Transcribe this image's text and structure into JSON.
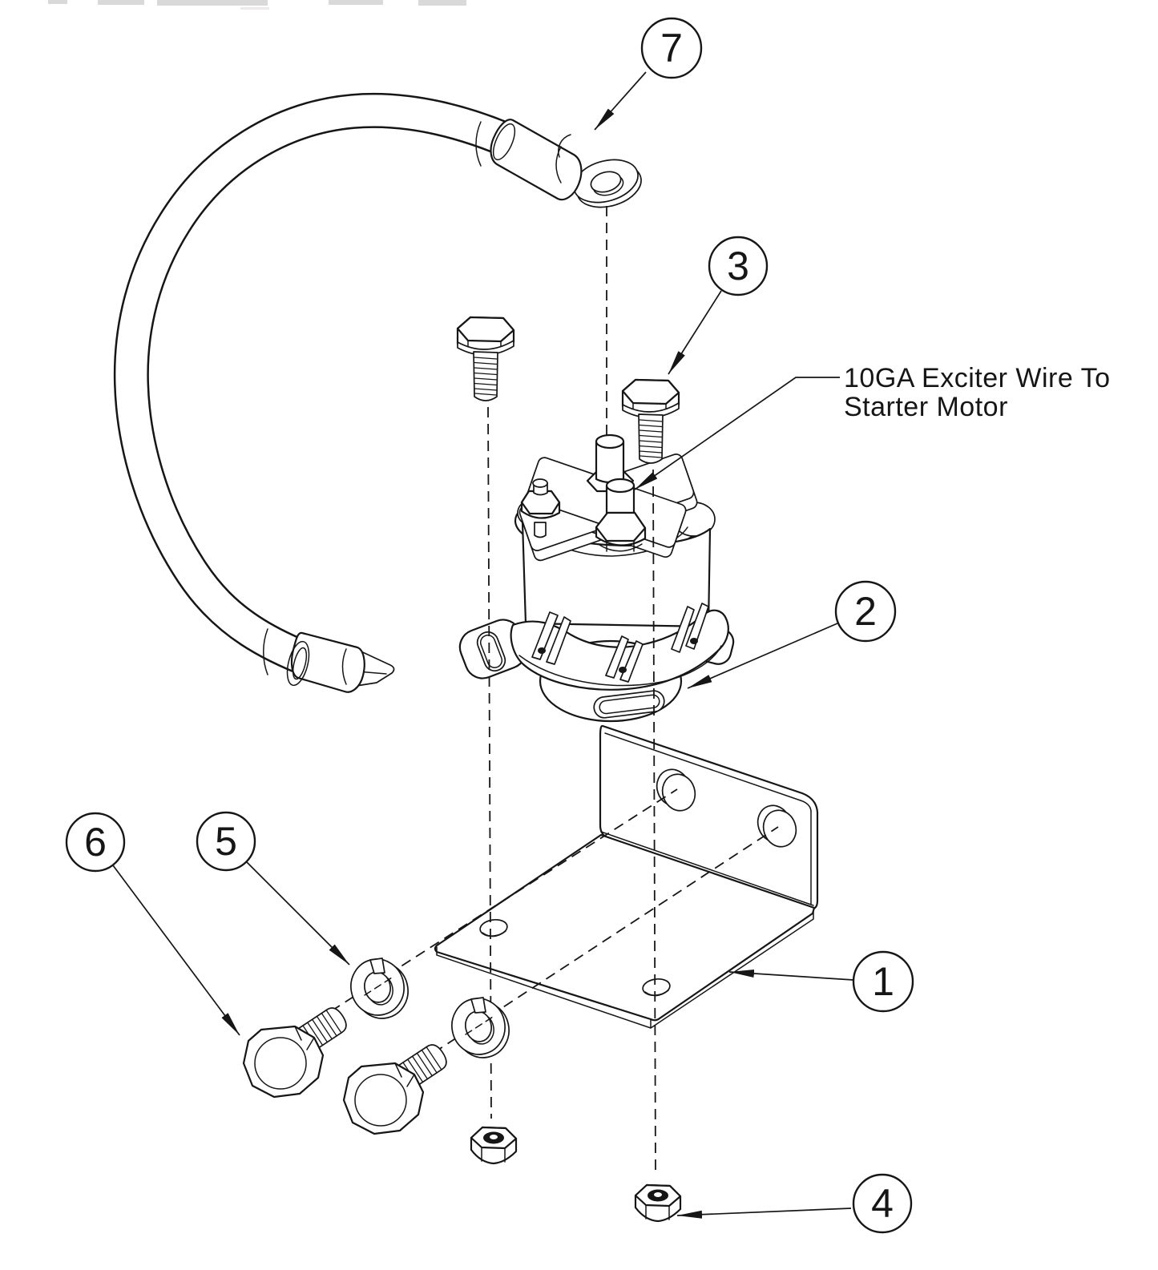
{
  "doc": {
    "background": "#ffffff",
    "ink": "#161616",
    "annotation": {
      "line1": "10GA Exciter Wire To",
      "line2": "Starter Motor"
    },
    "balloons": {
      "b1": "1",
      "b2": "2",
      "b3": "3",
      "b4": "4",
      "b5": "5",
      "b6": "6",
      "b7": "7"
    }
  }
}
